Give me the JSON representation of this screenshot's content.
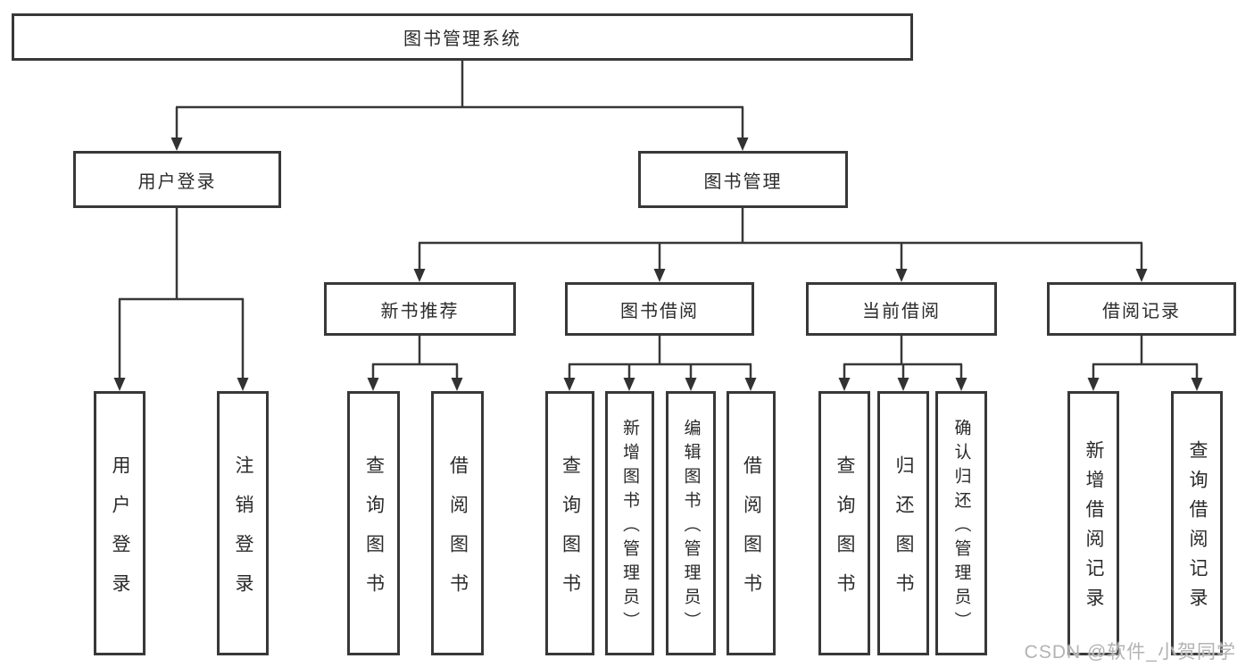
{
  "diagram": {
    "root": {
      "label": "图书管理系统"
    },
    "user_login": {
      "label": "用户登录",
      "children": {
        "login": {
          "label": "用户登录"
        },
        "logout": {
          "label": "注销登录"
        }
      }
    },
    "book_mgmt": {
      "label": "图书管理",
      "modules": {
        "new_books": {
          "label": "新书推荐",
          "children": {
            "query": {
              "label": "查询图书"
            },
            "borrow": {
              "label": "借阅图书"
            }
          }
        },
        "book_borrow": {
          "label": "图书借阅",
          "children": {
            "query": {
              "label": "查询图书"
            },
            "add": {
              "label": "新增图书（管理员）"
            },
            "edit": {
              "label": "编辑图书（管理员）"
            },
            "borrow": {
              "label": "借阅图书"
            }
          }
        },
        "current_borrow": {
          "label": "当前借阅",
          "children": {
            "query": {
              "label": "查询图书"
            },
            "return": {
              "label": "归还图书"
            },
            "confirm": {
              "label": "确认归还（管理员）"
            }
          }
        },
        "borrow_records": {
          "label": "借阅记录",
          "children": {
            "add": {
              "label": "新增借阅记录"
            },
            "query": {
              "label": "查询借阅记录"
            }
          }
        }
      }
    }
  },
  "watermark": {
    "text": "CSDN @软件_小贺同学"
  },
  "colors": {
    "line": "#383838",
    "text": "#2b2b2b",
    "watermark": "#b3b3b3"
  }
}
